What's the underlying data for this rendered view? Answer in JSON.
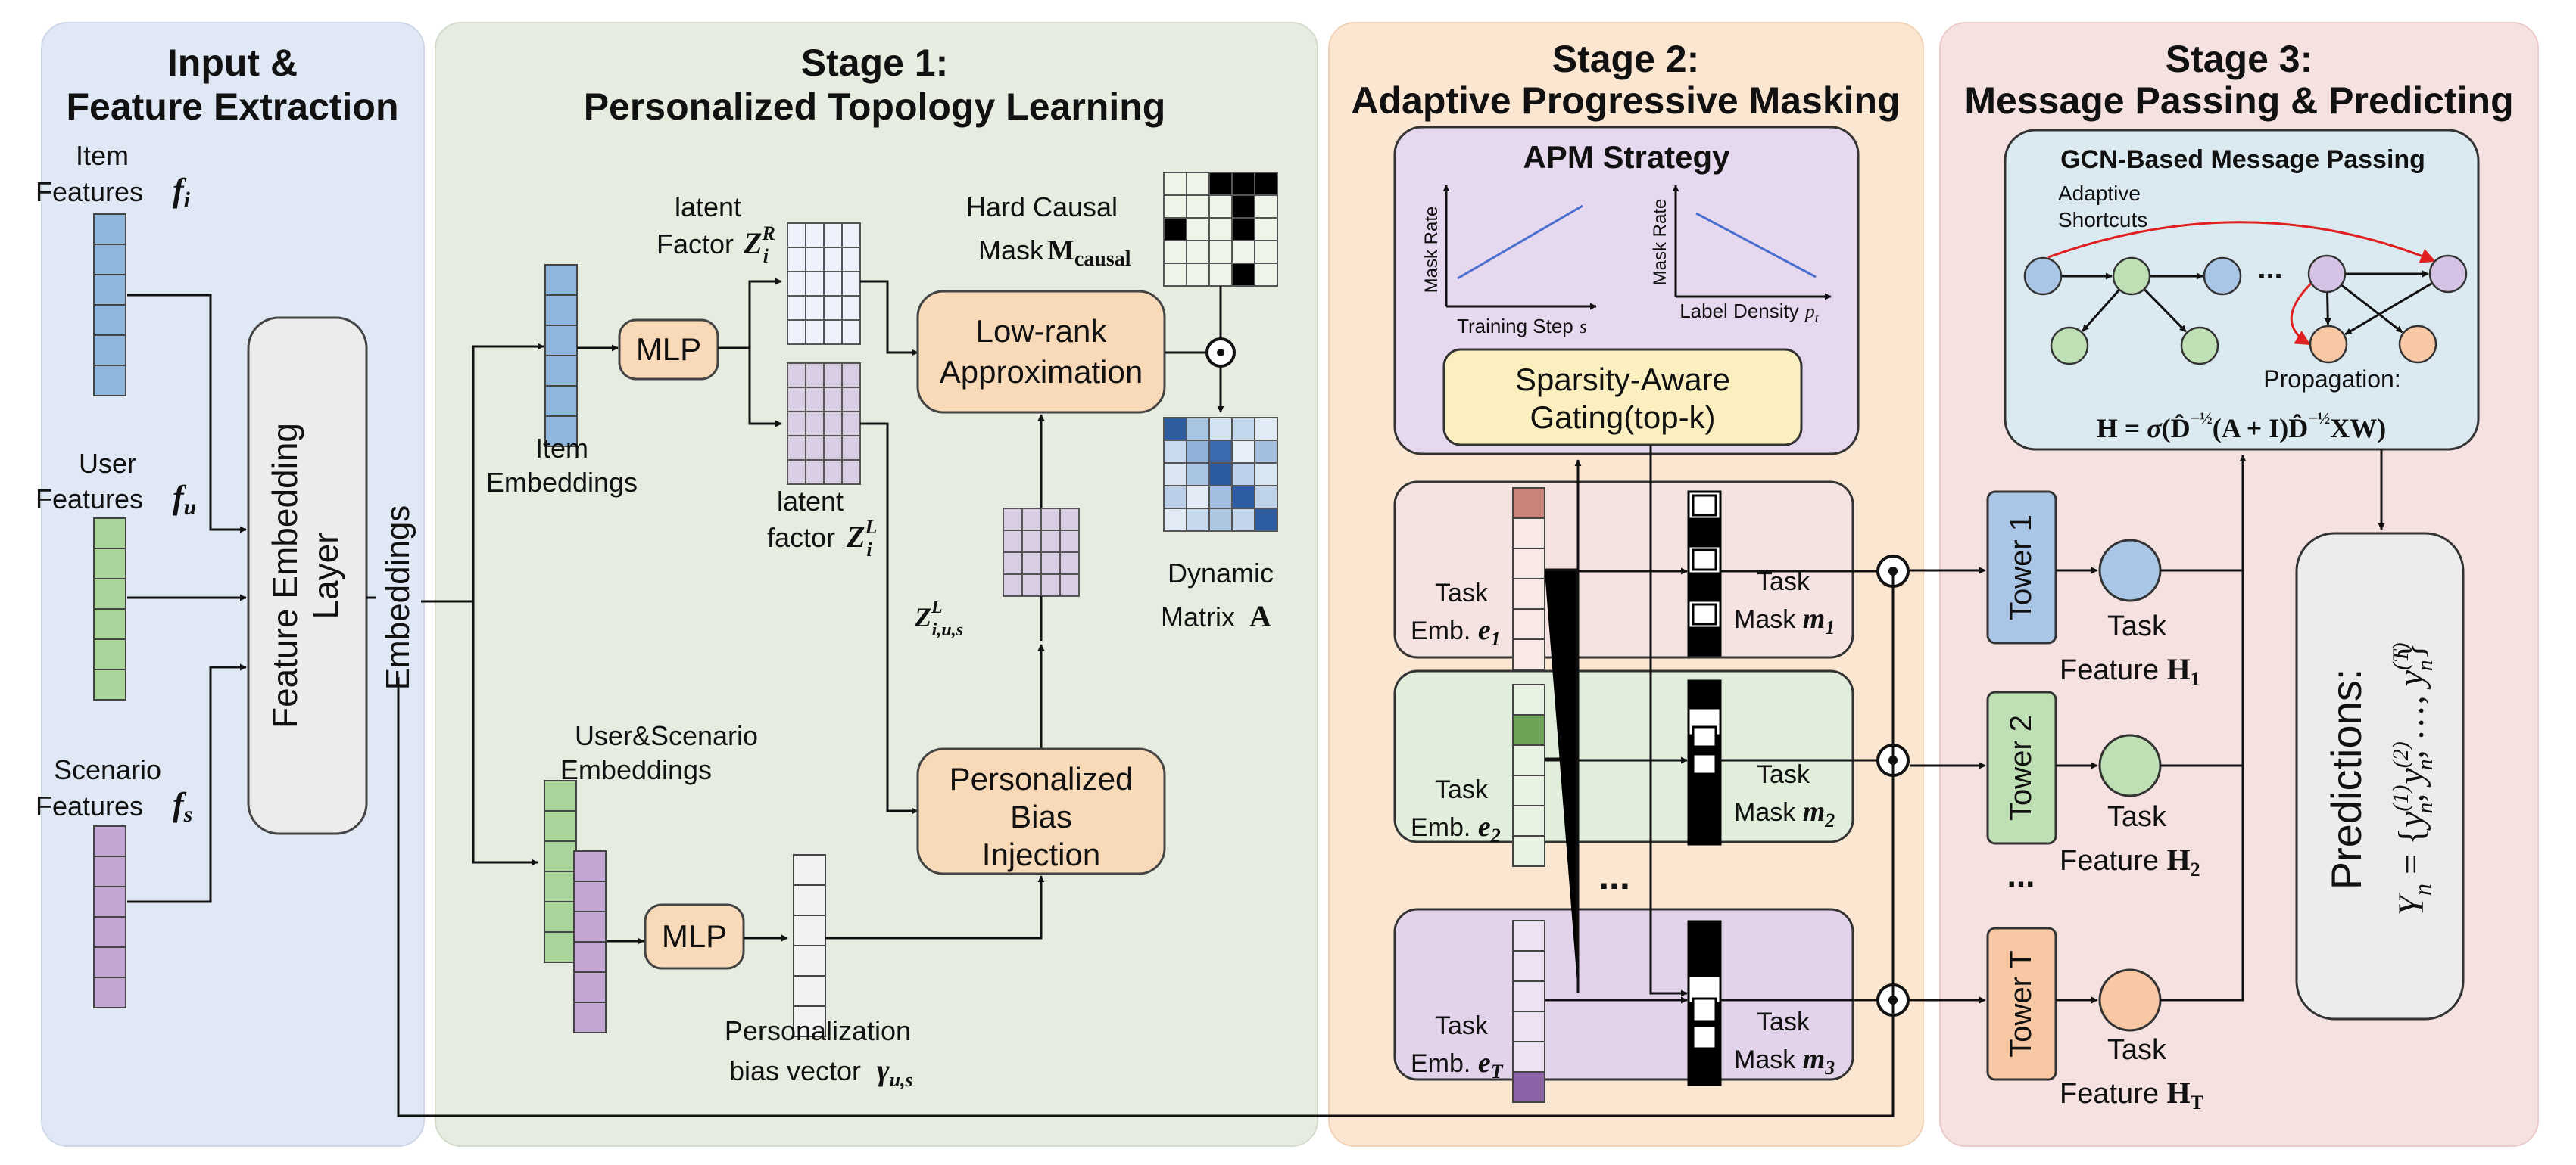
{
  "panels": {
    "input": {
      "title_line1": "Input &",
      "title_line2": "Feature Extraction"
    },
    "stage1": {
      "title_line1": "Stage 1:",
      "title_line2": "Personalized Topology Learning"
    },
    "stage2": {
      "title_line1": "Stage 2:",
      "title_line2": "Adaptive Progressive Masking"
    },
    "stage3": {
      "title_line1": "Stage 3:",
      "title_line2": "Message Passing & Predicting"
    }
  },
  "input": {
    "item_features": {
      "line1": "Item",
      "line2": "Features",
      "sym": "f",
      "sub": "i"
    },
    "user_features": {
      "line1": "User",
      "line2": "Features",
      "sym": "f",
      "sub": "u"
    },
    "scenario_features": {
      "line1": "Scenario",
      "line2": "Features",
      "sym": "f",
      "sub": "s"
    },
    "embedding_layer_line1": "Feature Embedding",
    "embedding_layer_line2": "Layer",
    "embeddings_label": "Embeddings"
  },
  "stage1": {
    "mlp_top": "MLP",
    "mlp_bottom": "MLP",
    "item_embeddings_line1": "Item",
    "item_embeddings_line2": "Embeddings",
    "latent_r_line1": "latent",
    "latent_r_line2": "Factor",
    "latent_r_sym": "Z",
    "latent_r_sup": "R",
    "latent_r_sub": "i",
    "latent_l_line1": "latent",
    "latent_l_line2": "factor",
    "latent_l_sym": "Z",
    "latent_l_sup": "L",
    "latent_l_sub": "i",
    "zius_sym": "Z",
    "zius_sup": "L",
    "zius_sub": "i,u,s",
    "hard_mask_line1": "Hard Causal",
    "hard_mask_line2": "Mask",
    "hard_mask_sym": "M",
    "hard_mask_sub": "causal",
    "lowrank_line1": "Low-rank",
    "lowrank_line2": "Approximation",
    "bias_line1": "Personalized",
    "bias_line2": "Bias",
    "bias_line3": "Injection",
    "dynamic_line1": "Dynamic",
    "dynamic_line2": "Matrix",
    "dynamic_sym": "A",
    "us_embeddings_line1": "User&Scenario",
    "us_embeddings_line2": "Embeddings",
    "pbias_line1": "Personalization",
    "pbias_line2": "bias vector",
    "pbias_sym": "γ",
    "pbias_sub": "u,s"
  },
  "stage2": {
    "apm_title": "APM Strategy",
    "plot1_ylabel": "Mask Rate",
    "plot1_xlabel": "Training Step",
    "plot1_xsym": "s",
    "plot2_ylabel": "Mask Rate",
    "plot2_xlabel": "Label Density",
    "plot2_xsym": "p",
    "plot2_xsub": "t",
    "gating_line1": "Sparsity-Aware",
    "gating_line2": "Gating(top-k)",
    "ellipsis": "...",
    "tasks": [
      {
        "emb_line1": "Task",
        "emb_line2": "Emb.",
        "emb_sym": "e",
        "emb_sub": "1",
        "mask_line1": "Task",
        "mask_line2": "Mask",
        "mask_sym": "m",
        "mask_sub": "1",
        "color": "#c9837a"
      },
      {
        "emb_line1": "Task",
        "emb_line2": "Emb.",
        "emb_sym": "e",
        "emb_sub": "2",
        "mask_line1": "Task",
        "mask_line2": "Mask",
        "mask_sym": "m",
        "mask_sub": "2",
        "color": "#6da356"
      },
      {
        "emb_line1": "Task",
        "emb_line2": "Emb.",
        "emb_sym": "e",
        "emb_sub": "T",
        "mask_line1": "Task",
        "mask_line2": "Mask",
        "mask_sym": "m",
        "mask_sub": "3",
        "color": "#8c62a6"
      }
    ]
  },
  "stage3": {
    "gcn_title": "GCN-Based Message Passing",
    "shortcut_line1": "Adaptive",
    "shortcut_line2": "Shortcuts",
    "graph_ellipsis": "...",
    "propagation_label": "Propagation:",
    "formula": "H = σ(D̂^(−1/2)(A + I)D̂^(−1/2)XW)",
    "formula_parts": {
      "lhs": "H = ",
      "sigma": "σ",
      "open": "(",
      "d1": "D̂",
      "exp": "−½",
      "mid": "(A + I)",
      "d2": "D̂",
      "tail": "XW)"
    },
    "towers": [
      {
        "label": "Tower 1",
        "feat_line1": "Task",
        "feat_line2": "Feature",
        "feat_sym": "H",
        "feat_sub": "1",
        "color": "#a9c6e6"
      },
      {
        "label": "Tower 2",
        "feat_line1": "Task",
        "feat_line2": "Feature",
        "feat_sym": "H",
        "feat_sub": "2",
        "color": "#bfe0b4"
      },
      {
        "label": "Tower T",
        "feat_line1": "Task",
        "feat_line2": "Feature",
        "feat_sym": "H",
        "feat_sub": "T",
        "color": "#f8c8a4"
      }
    ],
    "tower_ellipsis": "...",
    "predictions_label": "Predictions:",
    "predictions_formula": "Yn = {yn(1), yn(2), …, yn(T)}",
    "pred_parts": {
      "Y": "Y",
      "n": "n",
      "eq": " = {",
      "y": "y",
      "s1": "(1)",
      "s2": "(2)",
      "sT": "(T)",
      "comma": ", ",
      "dots": "…",
      "close": "}"
    }
  },
  "colors": {
    "input_bg": "#e0e8f5",
    "stage1_bg": "#e6ecdf",
    "stage2_bg": "#fbe6d2",
    "stage3_bg": "#f6e1e1",
    "item_blue": "#8fb6dc",
    "user_green": "#a9d49a",
    "scenario_purple": "#c2a6d4",
    "orange_box": "#f8d9b8",
    "apm_bg": "#e6d8ee",
    "gating_bg": "#fbefc0",
    "gcn_bg": "#dbe9f0"
  }
}
